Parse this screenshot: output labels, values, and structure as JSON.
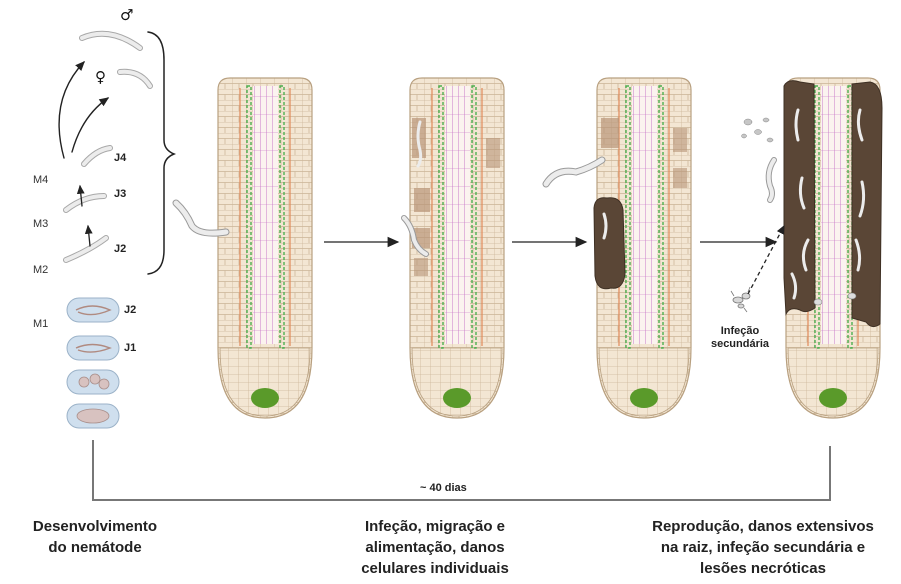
{
  "life_cycle": {
    "male_symbol": "♂",
    "female_symbol": "♀",
    "juvenile_labels": [
      "J4",
      "J3",
      "J2"
    ],
    "egg_labels": [
      "J2",
      "J1"
    ],
    "molt_labels": [
      "M4",
      "M3",
      "M2",
      "M1"
    ]
  },
  "panels": [
    {
      "stage": "initial-penetration"
    },
    {
      "stage": "migration-lesions"
    },
    {
      "stage": "extended-lesion"
    },
    {
      "stage": "necrotic-root"
    }
  ],
  "secondary_infection_label": "Infeção\nsecundária",
  "timeline": {
    "duration_label": "~ 40 dias"
  },
  "captions": [
    "Desenvolvimento\ndo nemátode",
    "Infeção, migração e\nalimentação, danos\ncelulares individuais",
    "Reprodução, danos extensivos\nna raiz, infeção secundária e\nlesões necróticas"
  ],
  "colors": {
    "root_fill": "#f3e6d3",
    "cell_line": "#cdb79a",
    "cortex_line_orange": "#e08a5a",
    "vascular_green": "#4caf50",
    "stele_pink": "#c878c8",
    "meristem": "#5a9a2a",
    "lesion_light": "#b89478",
    "lesion_dark": "#5a4636",
    "nematode": "#e6e6e6",
    "nematode_edge": "#9a9a9a",
    "timeline": "#777777"
  }
}
